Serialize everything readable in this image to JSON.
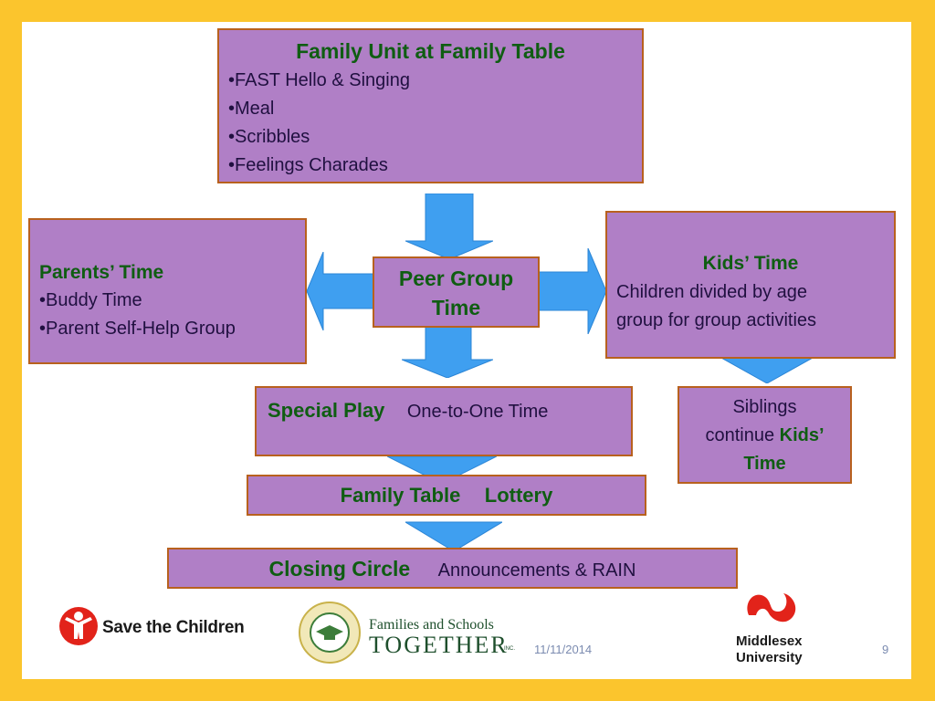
{
  "colors": {
    "border": "#fbc52d",
    "box_fill": "#b07fc6",
    "box_border": "#b8611e",
    "arrow": "#3f9ff0",
    "heading": "#0f5d12"
  },
  "family_unit": {
    "title": "Family Unit at Family Table",
    "items": [
      "•FAST Hello & Singing",
      "•Meal",
      "•Scribbles",
      "•Feelings Charades"
    ]
  },
  "parents": {
    "title": "Parents’ Time",
    "items": [
      "•Buddy Time",
      "•Parent Self-Help Group"
    ]
  },
  "peer_group": {
    "line1": "Peer Group",
    "line2": "Time"
  },
  "kids": {
    "title": "Kids’ Time",
    "line1": "Children divided by age",
    "line2": "group for group activities"
  },
  "special_play": {
    "title": "Special Play",
    "sub": "One-to-One Time"
  },
  "siblings": {
    "line1": "Siblings",
    "line2": "continue",
    "bold": "Kids’",
    "line3": "Time"
  },
  "family_table": {
    "part1": "Family Table",
    "part2": "Lottery"
  },
  "closing": {
    "title": "Closing Circle",
    "sub": "Announcements & RAIN"
  },
  "footer": {
    "save_the_children": "Save the Children",
    "fast_line1": "Families and Schools",
    "fast_line2": "TOGETHER",
    "fast_inc": "INC.",
    "date": "11/11/2014",
    "mdx_line1": "Middlesex",
    "mdx_line2": "University",
    "page": "9"
  }
}
